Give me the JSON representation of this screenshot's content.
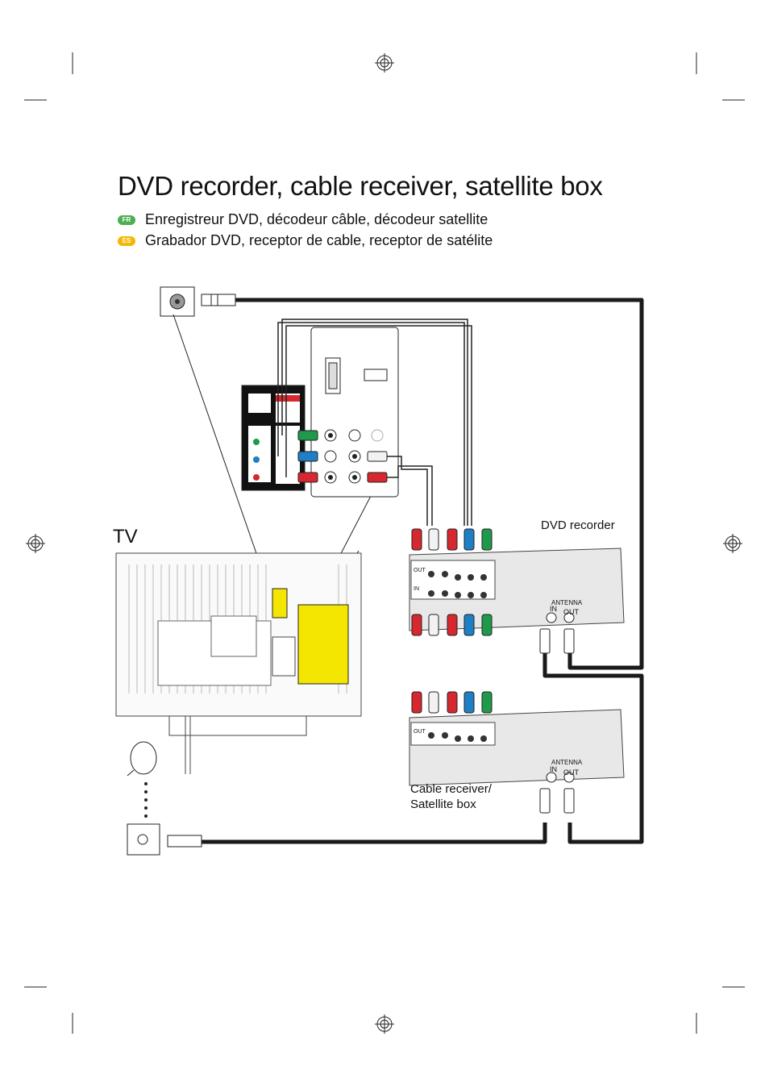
{
  "title": "DVD recorder, cable receiver, satellite box",
  "translations": [
    {
      "lang": "FR",
      "text": "Enregistreur DVD, décodeur câble, décodeur satellite",
      "badge_color": "#4caf50"
    },
    {
      "lang": "ES",
      "text": "Grabador DVD, receptor de cable, receptor de satélite",
      "badge_color": "#f5b800"
    }
  ],
  "labels": {
    "tv": "TV",
    "dvd_recorder": "DVD recorder",
    "cable_receiver_line1": "Cable receiver/",
    "cable_receiver_line2": "Satellite box",
    "antenna": "ANTENNA",
    "in": "IN",
    "out": "OUT",
    "out_small": "OUT",
    "in_small": "IN"
  },
  "colors": {
    "cable": "#1a1a1a",
    "red_plug": "#d7282f",
    "blue_plug": "#1f7fc4",
    "green_plug": "#1e9a4a",
    "white_plug": "#f2f2f2",
    "tv_highlight": "#f4e600"
  }
}
